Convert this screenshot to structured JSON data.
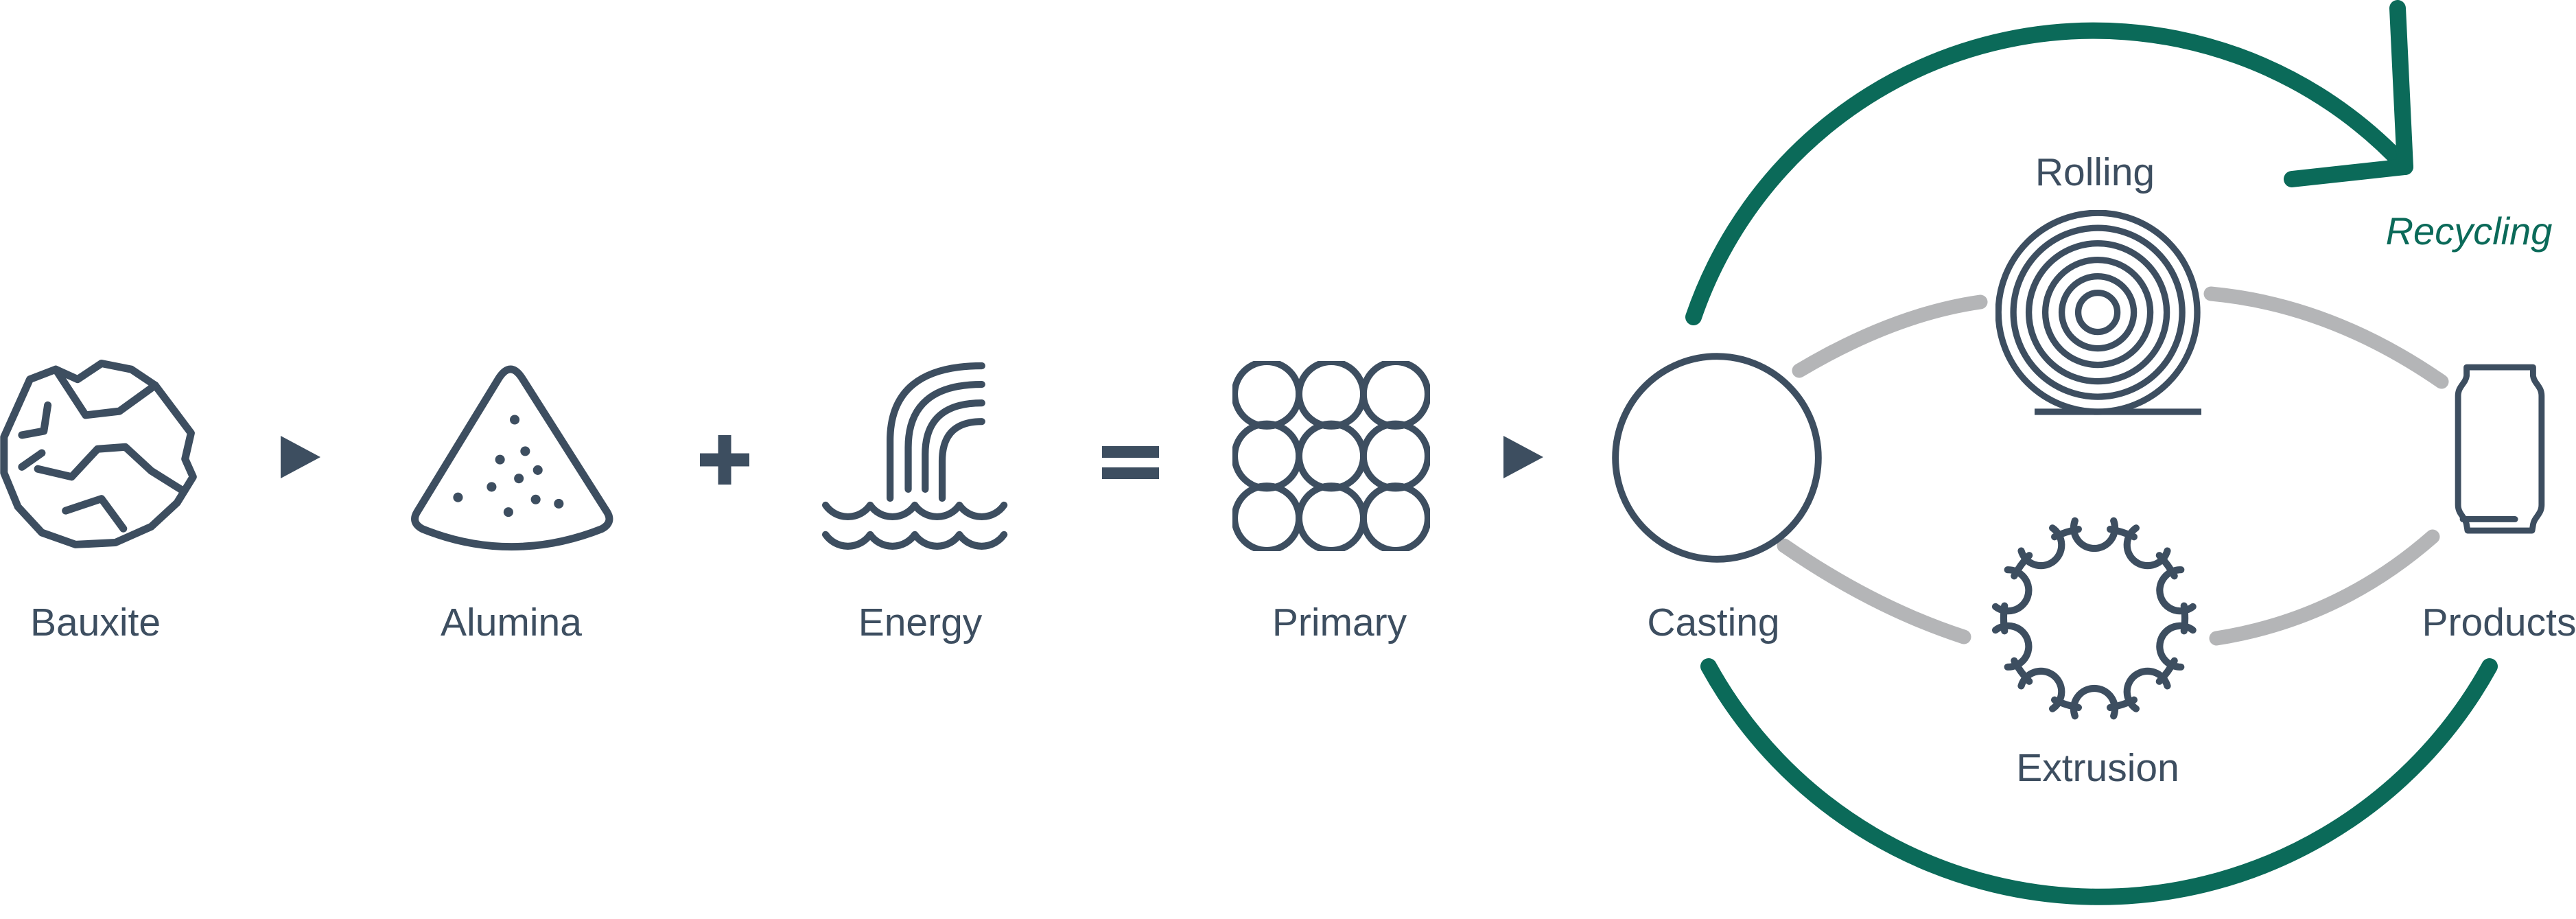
{
  "colors": {
    "ink": "#3d4e60",
    "green": "#0b6a59",
    "gray": "#b4b5b7",
    "background": "#ffffff"
  },
  "stages": {
    "bauxite": {
      "label": "Bauxite"
    },
    "alumina": {
      "label": "Alumina"
    },
    "energy": {
      "label": "Energy"
    },
    "primary": {
      "label": "Primary"
    },
    "casting": {
      "label": "Casting"
    },
    "rolling": {
      "label": "Rolling"
    },
    "extrusion": {
      "label": "Extrusion"
    },
    "products": {
      "label": "Products"
    },
    "recycling": {
      "label": "Recycling"
    }
  },
  "operators": {
    "step1": "▶",
    "plus": "+",
    "equals": "=",
    "step2": "▶"
  }
}
